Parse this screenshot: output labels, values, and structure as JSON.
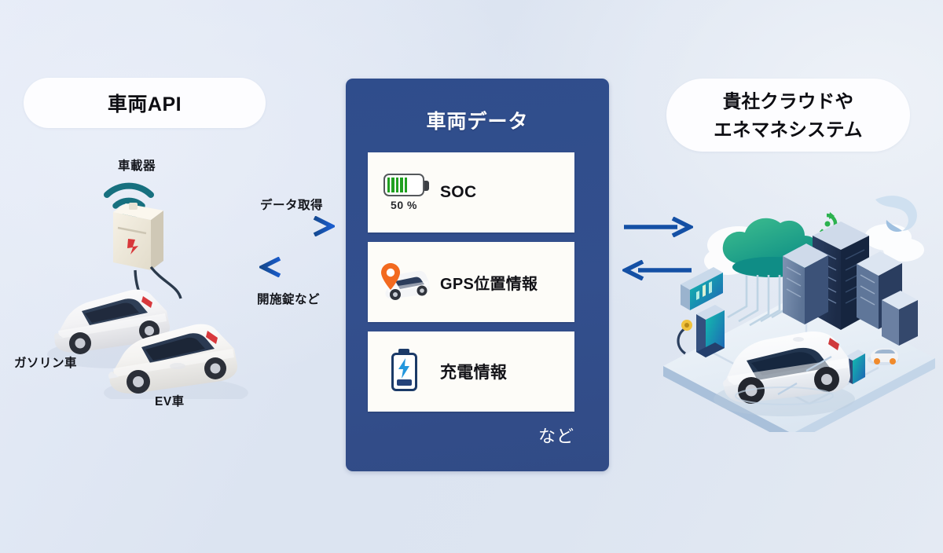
{
  "diagram": {
    "background_color": "#dce4f1",
    "panel_color": "#314f8e",
    "accent_arrow_color": "#1a50b5"
  },
  "left_section": {
    "pill_label": "車両API",
    "device_label": "車載器",
    "cars": [
      {
        "label": "ガソリン車"
      },
      {
        "label": "EV車"
      }
    ],
    "icons": {
      "wifi": "wifi-icon",
      "obd_device": "obd-device-icon",
      "gasoline_car": "gasoline-car-icon",
      "ev_car": "ev-car-icon"
    }
  },
  "left_arrows": [
    {
      "label": "データ取得",
      "direction": "right",
      "label_position": "above"
    },
    {
      "label": "開施錠など",
      "direction": "left",
      "label_position": "below"
    }
  ],
  "center_panel": {
    "title": "車両データ",
    "note": "など",
    "cards": [
      {
        "label": "SOC",
        "icon": "battery-horizontal-icon",
        "value": "50 %",
        "fill_percent": 50
      },
      {
        "label": "GPS位置情報",
        "icon": "map-pin-van-icon"
      },
      {
        "label": "充電情報",
        "icon": "battery-charging-icon"
      }
    ]
  },
  "right_arrows": [
    {
      "label": "",
      "direction": "right"
    },
    {
      "label": "",
      "direction": "left"
    }
  ],
  "right_section": {
    "pill_line1": "貴社クラウドや",
    "pill_line2": "エネマネシステム",
    "icons": {
      "cloud": "cloud-icon",
      "city": "city-buildings-icon",
      "ev_car": "ev-car-icon",
      "charging_station": "charging-station-icon",
      "tablet": "tablet-chart-icon",
      "recycle": "recycle-icon",
      "loop": "loop-arrow-icon"
    }
  }
}
